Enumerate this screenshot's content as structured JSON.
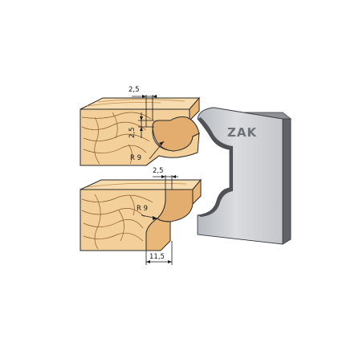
{
  "brand": {
    "logo_text": "ZAK"
  },
  "top_profile": {
    "dim_width_label": "2,5",
    "dim_depth_label": "2,5",
    "radius_label": "R 9"
  },
  "bottom_profile": {
    "dim_width_label": "2,5",
    "radius_label": "R 9",
    "dim_depth_label": "11,5"
  },
  "colors": {
    "wood_face": "#f3cf9a",
    "wood_top": "#f6dcae",
    "wood_grain": "#8a5a2a",
    "outline": "#2a2a2a",
    "knife_face": "#c9ccd0",
    "knife_edge": "#5f6368",
    "knife_shade": "#8e9297"
  }
}
